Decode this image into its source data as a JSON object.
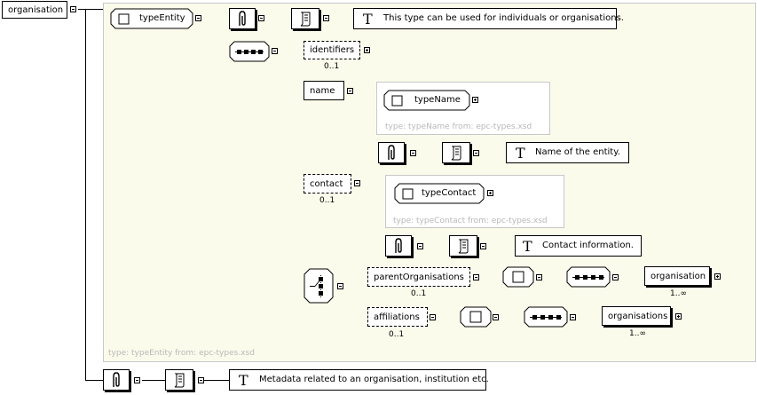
{
  "root": {
    "label": "organisation"
  },
  "type_entity": {
    "label": "typeEntity",
    "documentation": "This type can be used for individuals or organisations.",
    "footer": "type: typeEntity from: epc-types.xsd"
  },
  "elements": {
    "identifiers": {
      "label": "identifiers",
      "occurs": "0..1"
    },
    "name": {
      "label": "name",
      "type_label": "typeName",
      "type_footer": "type: typeName from: epc-types.xsd",
      "documentation": "Name of the entity."
    },
    "contact": {
      "label": "contact",
      "occurs": "0..1",
      "type_label": "typeContact",
      "type_footer": "type: typeContact from: epc-types.xsd",
      "documentation": "Contact information."
    },
    "parent_organisations": {
      "label": "parentOrganisations",
      "occurs": "0..1",
      "child_label": "organisation",
      "child_occurs": "1..∞"
    },
    "affiliations": {
      "label": "affiliations",
      "occurs": "0..1",
      "child_label": "organisations",
      "child_occurs": "1..∞"
    }
  },
  "root_documentation": "Metadata related to an organisation, institution etc.",
  "icons": {
    "annotation": "annotation-icon",
    "documentation": "documentation-scroll-icon",
    "text": "text-T-icon",
    "sequence": "sequence-compositor-icon",
    "choice": "choice-compositor-icon",
    "complex_type": "complex-type-icon",
    "expand": "plus-icon",
    "collapse": "minus-icon"
  }
}
